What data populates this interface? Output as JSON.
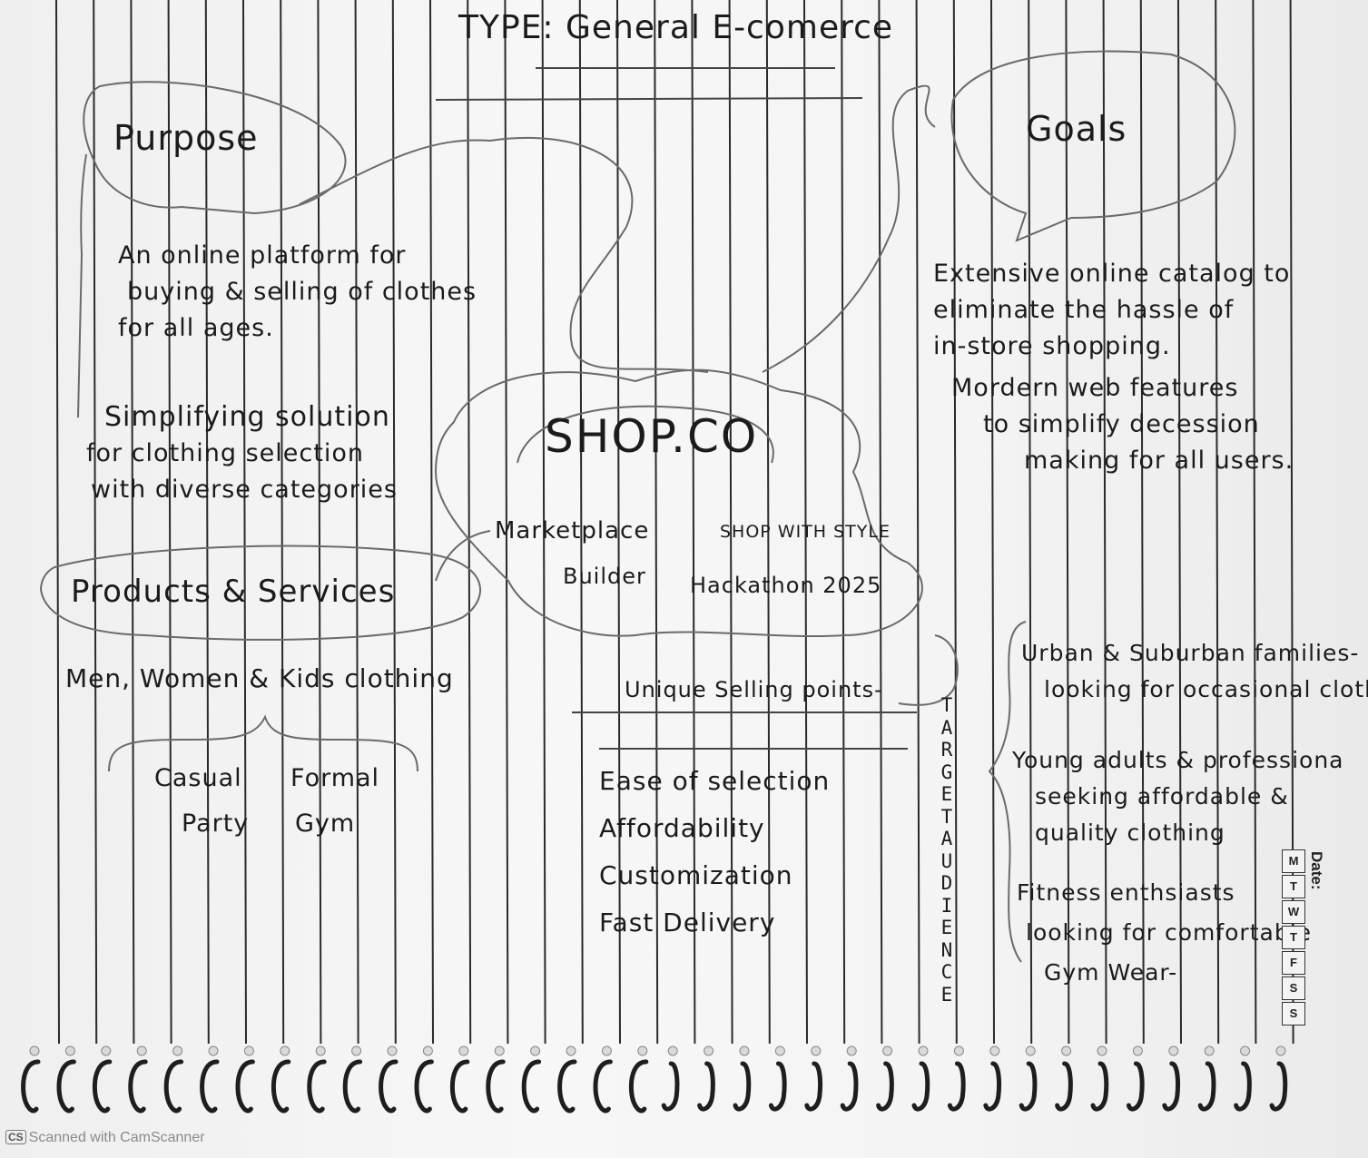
{
  "header": {
    "type_title": "TYPE: General E-comerce"
  },
  "purpose": {
    "title": "Purpose",
    "items": [
      [
        "An online platform for",
        "buying & selling of clothes",
        "for all ages."
      ],
      [
        "Simplifying solution",
        "for clothing selection",
        "with diverse categories"
      ]
    ]
  },
  "products": {
    "title": "Products & Services",
    "line": "Men, Women & Kids clothing",
    "categories": [
      "Casual",
      "Formal",
      "Party",
      "Gym"
    ]
  },
  "center": {
    "brand": "SHOP.CO",
    "sub1": "Marketplace",
    "sub2": "Builder",
    "tagline": "SHOP WITH STYLE",
    "event": "Hackathon 2025"
  },
  "goals": {
    "title": "Goals",
    "items": [
      [
        "Extensive online catalog to",
        "eliminate the hassle of",
        "in-store shopping."
      ],
      [
        "Mordern web features",
        "to simplify decession",
        "making for all users."
      ]
    ]
  },
  "usp": {
    "title": "Unique Selling points-",
    "items": [
      "Ease of selection",
      "Affordability",
      "Customization",
      "Fast Delivery"
    ]
  },
  "audience": {
    "vertical_label": "TARGET AUDIENCE",
    "items": [
      [
        "Urban & Suburban families-",
        "looking for occasional clothin"
      ],
      [
        "Young adults & professiona",
        "seeking affordable &",
        "quality clothing"
      ],
      [
        "Fitness enthsiasts",
        "looking for comfortable",
        "Gym Wear-"
      ]
    ]
  },
  "date_box": {
    "label": "Date:",
    "days": [
      "M",
      "T",
      "W",
      "T",
      "F",
      "S",
      "S"
    ]
  },
  "footer": {
    "scanner": "Scanned with CamScanner",
    "logo": "CS"
  }
}
